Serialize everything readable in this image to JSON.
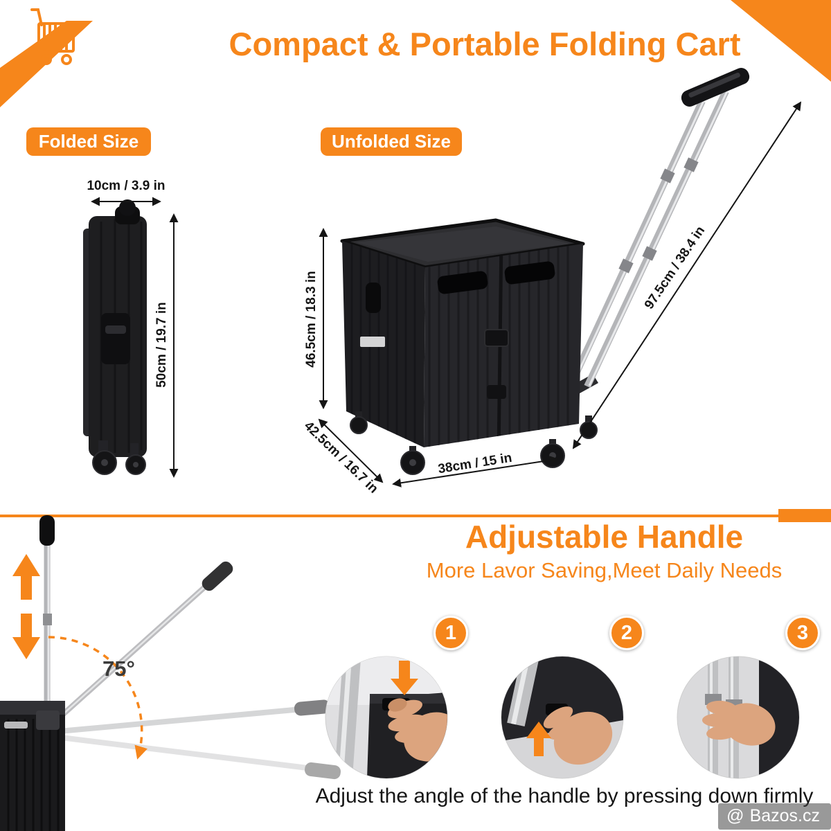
{
  "header": {
    "title": "Compact & Portable Folding Cart"
  },
  "folded": {
    "badge": "Folded Size",
    "width": "10cm / 3.9 in",
    "height": "50cm / 19.7 in"
  },
  "unfolded": {
    "badge": "Unfolded Size",
    "height": "46.5cm / 18.3 in",
    "depth": "42.5cm / 16.7 in",
    "width": "38cm / 15 in",
    "handle_length": "97.5cm / 38.4 in"
  },
  "adjustable": {
    "title": "Adjustable Handle",
    "subtitle": "More Lavor Saving,Meet Daily Needs",
    "angle_label": "75°",
    "steps": [
      {
        "num": "1"
      },
      {
        "num": "2"
      },
      {
        "num": "3"
      }
    ],
    "caption": "Adjust the angle of the handle by pressing down firmly"
  },
  "watermark": {
    "icon": "@",
    "text": "Bazos.cz"
  },
  "colors": {
    "accent": "#F6861B",
    "dark": "#1c1c1e"
  }
}
